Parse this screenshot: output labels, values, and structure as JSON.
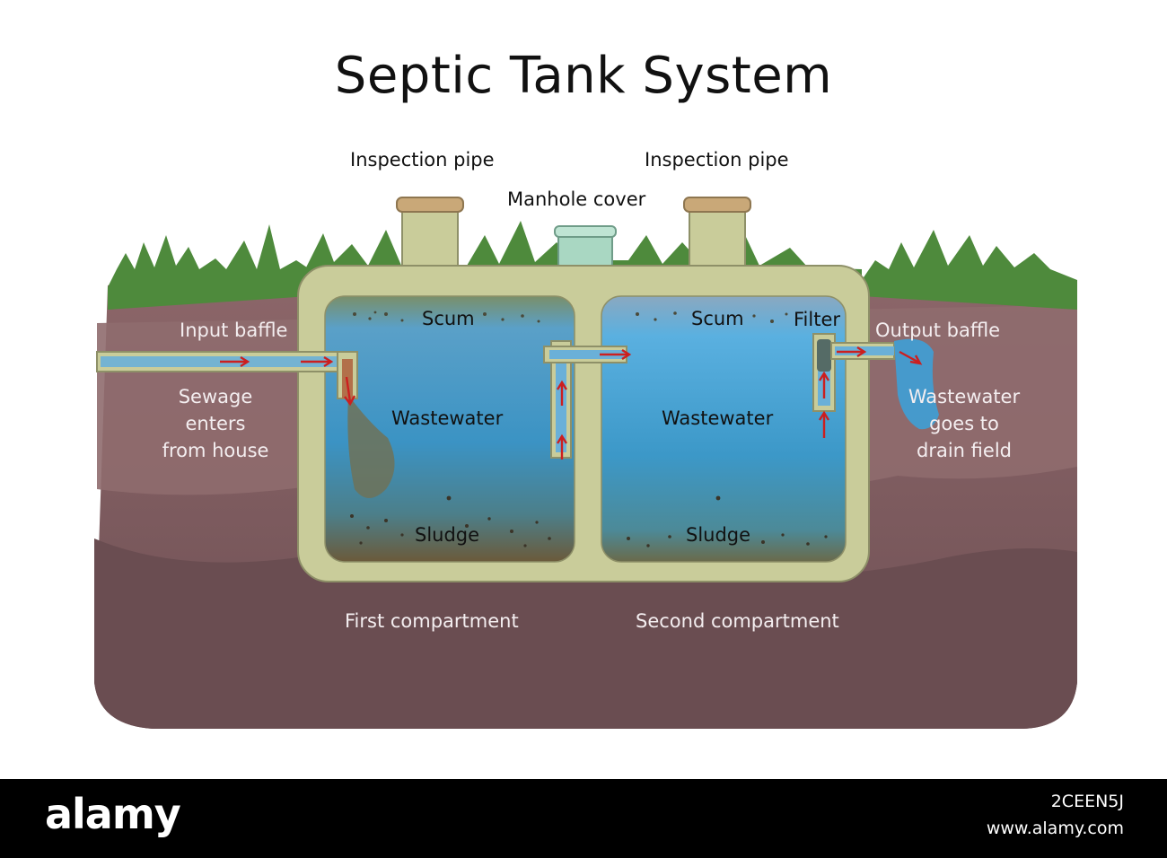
{
  "title": "Septic Tank System",
  "labels": {
    "inspection_pipe_left": "Inspection pipe",
    "inspection_pipe_right": "Inspection pipe",
    "manhole_cover": "Manhole cover",
    "input_baffle": "Input baffle",
    "output_baffle": "Output baffle",
    "filter": "Filter",
    "scum_1": "Scum",
    "scum_2": "Scum",
    "wastewater_1": "Wastewater",
    "wastewater_2": "Wastewater",
    "sludge_1": "Sludge",
    "sludge_2": "Sludge",
    "sewage_line1": "Sewage",
    "sewage_line2": "enters",
    "sewage_line3": "from house",
    "drain_line1": "Wastewater",
    "drain_line2": "goes to",
    "drain_line3": "drain field",
    "first_compartment": "First compartment",
    "second_compartment": "Second compartment"
  },
  "watermark": {
    "logo": "alamy",
    "image_id": "2CEEN5J",
    "site": "www.alamy.com"
  },
  "colors": {
    "soil_top": "#8b6468",
    "soil_bottom": "#6b4e52",
    "grass": "#4e8a3c",
    "tank_shell": "#c9cc9a",
    "water_top": "#5aa7d6",
    "water_mid": "#3c96c8",
    "sludge": "#6b5a3a",
    "arrow": "#cc1f1f",
    "manhole": "#a9d7c2"
  },
  "icons": [
    "flow-arrow-icon"
  ]
}
